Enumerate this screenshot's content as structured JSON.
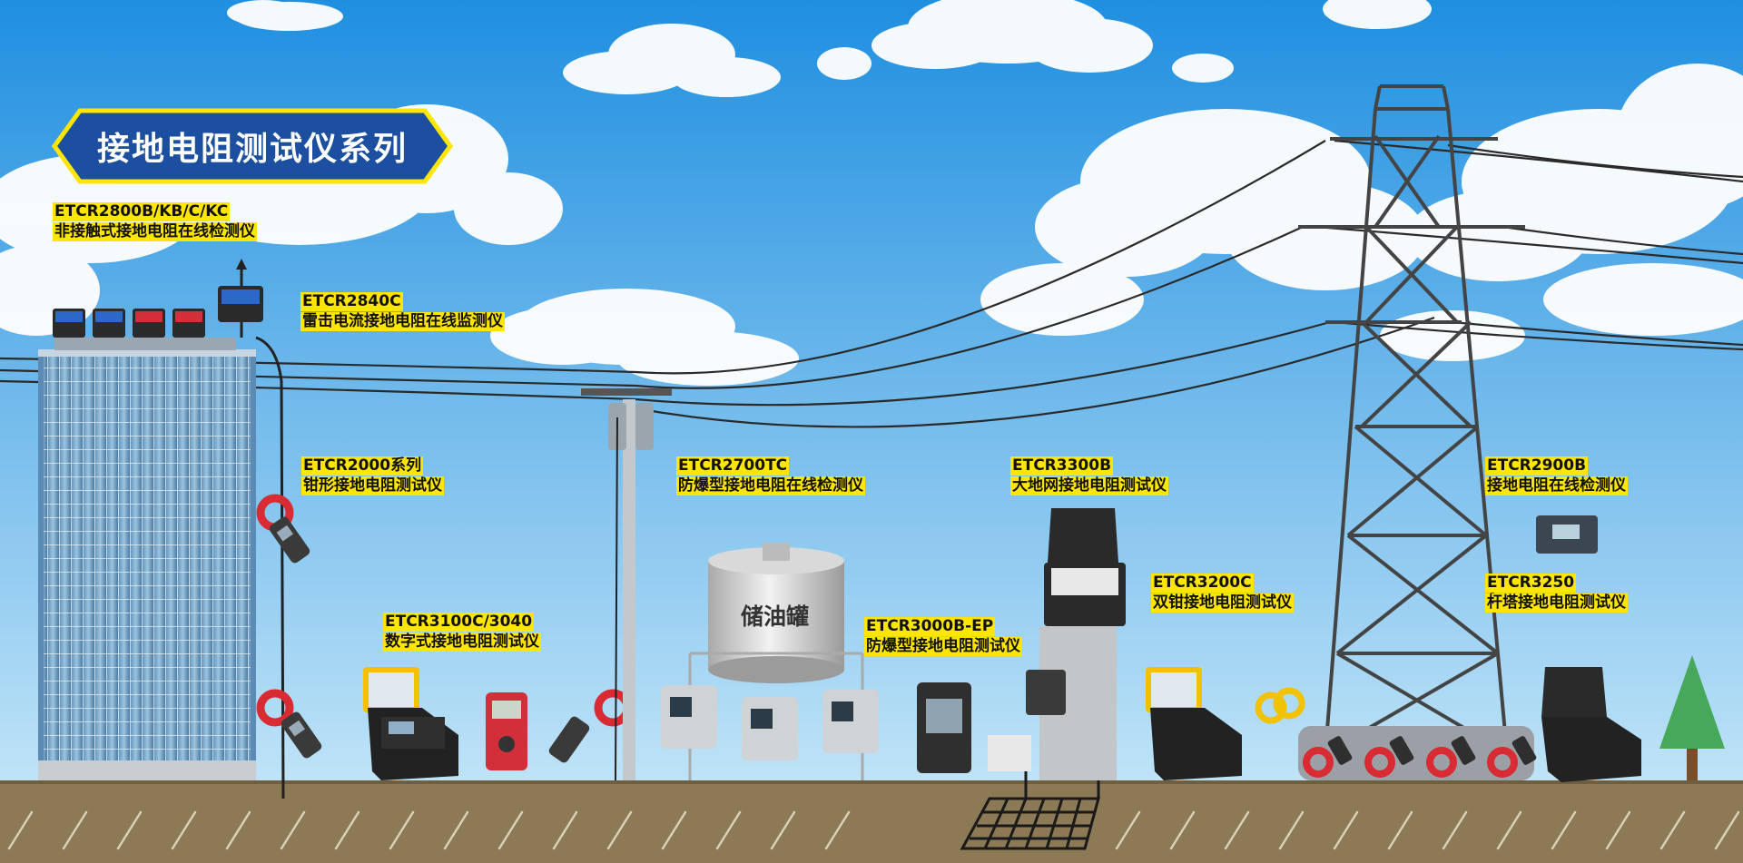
{
  "title": "接地电阻测试仪系列",
  "tank_label": "储油罐",
  "colors": {
    "sky_top": "#1f8fe0",
    "sky_bottom": "#bfe3f7",
    "ground": "#8b7a55",
    "banner_fill": "#1c4fa0",
    "banner_border": "#ffe600",
    "label_bg": "#ffe600"
  },
  "products": [
    {
      "id": "etcr2800b",
      "model": "ETCR2800B/KB/C/KC",
      "name": "非接触式接地电阻在线检测仪"
    },
    {
      "id": "etcr2840c",
      "model": "ETCR2840C",
      "name": "雷击电流接地电阻在线监测仪"
    },
    {
      "id": "etcr2000",
      "model": "ETCR2000系列",
      "name": "钳形接地电阻测试仪"
    },
    {
      "id": "etcr3100c",
      "model": "ETCR3100C/3040",
      "name": "数字式接地电阻测试仪"
    },
    {
      "id": "etcr2700tc",
      "model": "ETCR2700TC",
      "name": "防爆型接地电阻在线检测仪"
    },
    {
      "id": "etcr3000b",
      "model": "ETCR3000B-EP",
      "name": "防爆型接地电阻测试仪"
    },
    {
      "id": "etcr3300b",
      "model": "ETCR3300B",
      "name": "大地网接地电阻测试仪"
    },
    {
      "id": "etcr3200c",
      "model": "ETCR3200C",
      "name": "双钳接地电阻测试仪"
    },
    {
      "id": "etcr2900b",
      "model": "ETCR2900B",
      "name": "接地电阻在线检测仪"
    },
    {
      "id": "etcr3250",
      "model": "ETCR3250",
      "name": "杆塔接地电阻测试仪"
    }
  ],
  "illustrations": [
    "office-building",
    "sensor-cluster",
    "utility-pole",
    "oil-tank",
    "transmission-tower",
    "ground-grid",
    "tree",
    "power-lines",
    "clamp-meter",
    "carrying-case-instrument",
    "explosion-proof-box"
  ]
}
